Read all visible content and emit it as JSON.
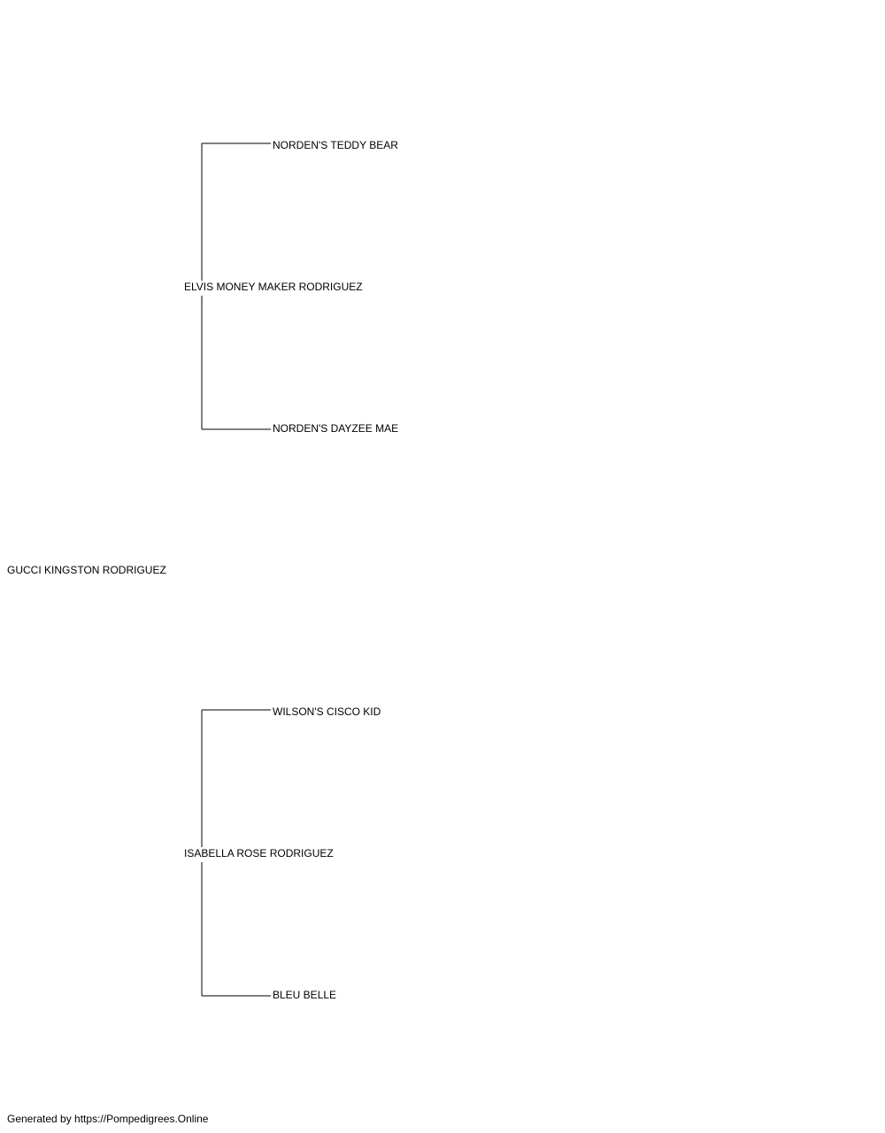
{
  "pedigree": {
    "subject": "GUCCI KINGSTON RODRIGUEZ",
    "sire": {
      "name": "ELVIS MONEY MAKER RODRIGUEZ",
      "sire": "NORDEN'S TEDDY BEAR",
      "dam": "NORDEN'S DAYZEE MAE"
    },
    "dam": {
      "name": "ISABELLA ROSE RODRIGUEZ",
      "sire": "WILSON'S CISCO KID",
      "dam": "BLEU BELLE"
    }
  },
  "footer": {
    "credit": "Generated by https://Pompedigrees.Online"
  },
  "colors": {
    "line": "#000000",
    "text": "#000000",
    "background": "#ffffff"
  }
}
